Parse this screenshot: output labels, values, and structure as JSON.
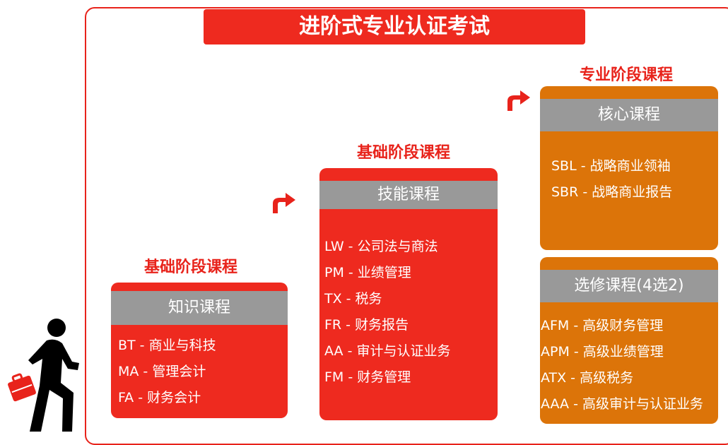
{
  "title": "进阶式专业认证考试",
  "stages": [
    {
      "label": "基础阶段课程",
      "cards": [
        {
          "header": "知识课程",
          "items": [
            "BT  - 商业与科技",
            "MA - 管理会计",
            "FA  - 财务会计"
          ]
        }
      ]
    },
    {
      "label": "基础阶段课程",
      "cards": [
        {
          "header": "技能课程",
          "items": [
            "LW - 公司法与商法",
            "PM - 业绩管理",
            "TX - 税务",
            "FR - 财务报告",
            "AA - 审计与认证业务",
            "FM - 财务管理"
          ]
        }
      ]
    },
    {
      "label": "专业阶段课程",
      "cards": [
        {
          "header": "核心课程",
          "items": [
            "SBL - 战略商业领袖",
            "SBR - 战略商业报告"
          ]
        },
        {
          "header": "选修课程(4选2)",
          "items": [
            "AFM - 高级财务管理",
            "APM - 高级业绩管理",
            "ATX - 高级税务",
            "AAA - 高级审计与认证业务"
          ]
        }
      ]
    }
  ],
  "colors": {
    "red": "#ee2a1f",
    "orange": "#dc7409",
    "gray": "#999999"
  },
  "icons": [
    "curved-arrow-icon",
    "walking-person-icon",
    "briefcase-icon"
  ]
}
